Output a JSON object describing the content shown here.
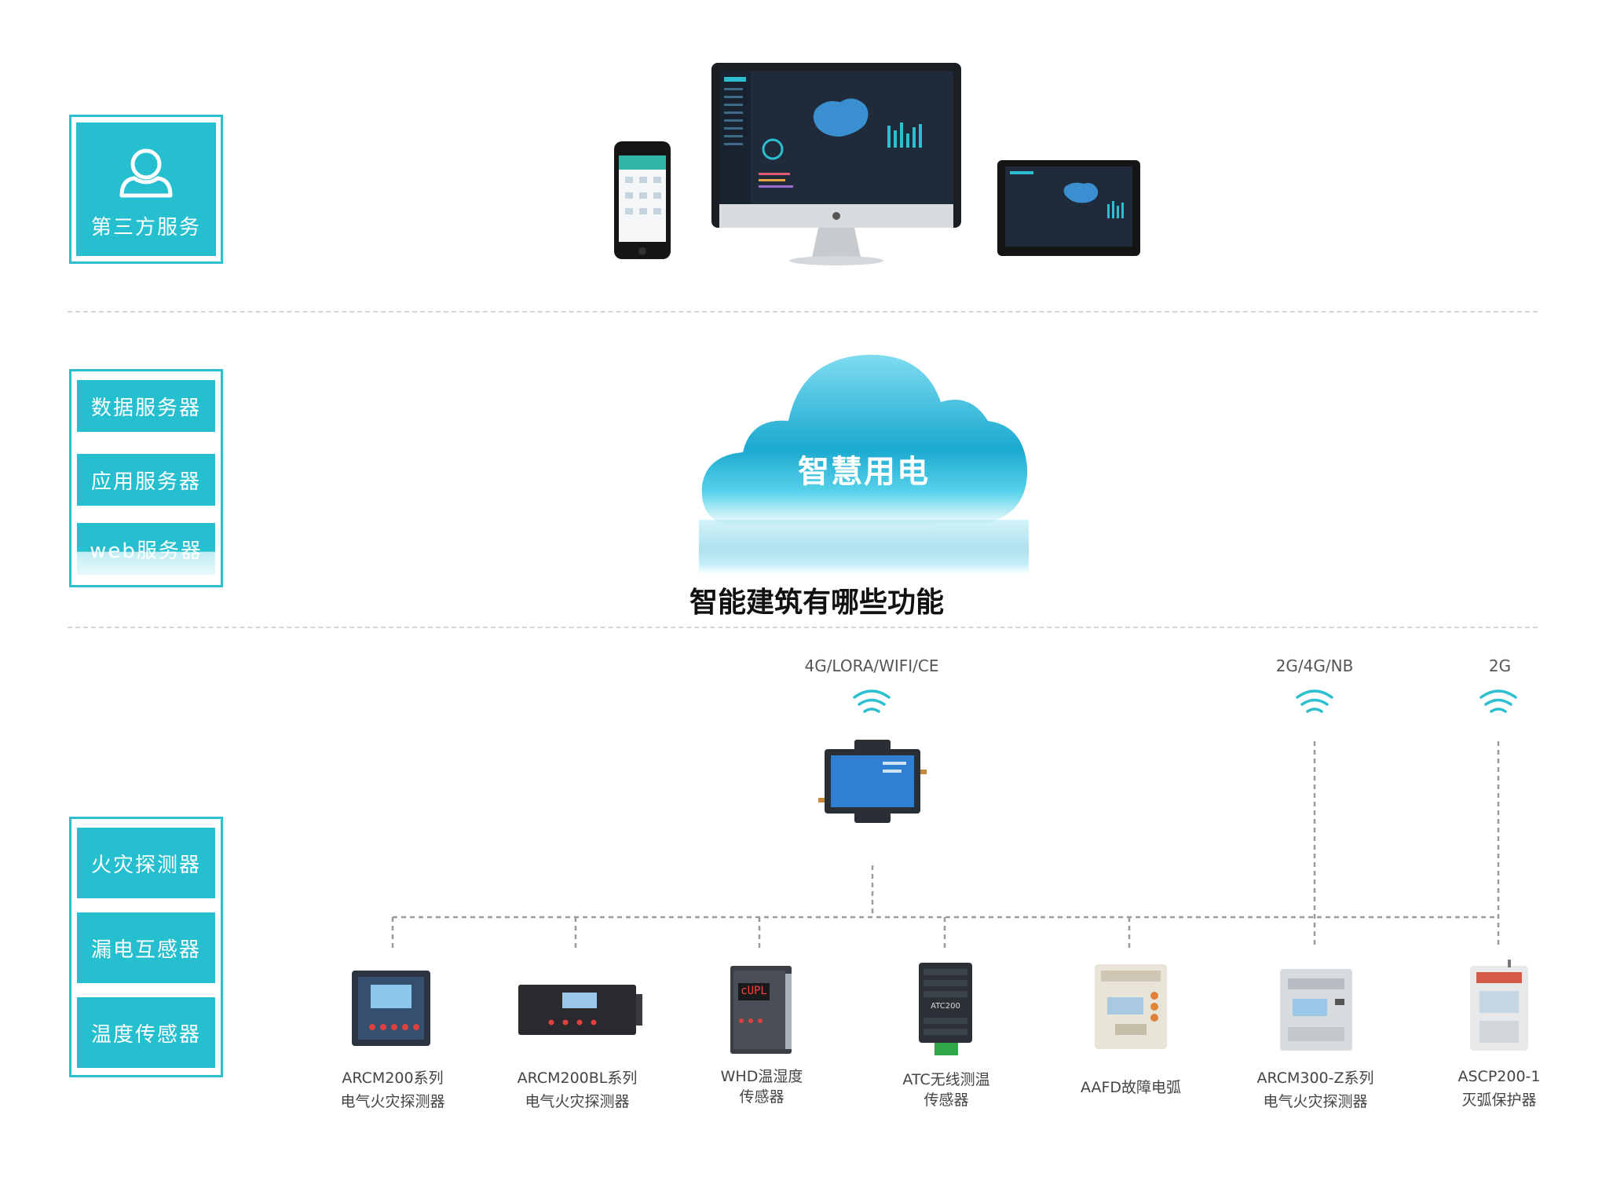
{
  "layers": {
    "top": {
      "service_label": "第三方服务"
    },
    "middle": {
      "servers": [
        "数据服务器",
        "应用服务器",
        "web服务器"
      ]
    },
    "bottom": {
      "devices": [
        "火灾探测器",
        "漏电互感器",
        "温度传感器"
      ]
    }
  },
  "cloud": {
    "label": "智慧用电"
  },
  "heading": "智能建筑有哪些功能",
  "networks": {
    "gateway": "4G/LORA/WIFI/CE",
    "arcm300": "2G/4G/NB",
    "ascp": "2G"
  },
  "products": [
    {
      "line1": "ARCM200系列",
      "line2": "电气火灾探测器"
    },
    {
      "line1": "ARCM200BL系列",
      "line2": "电气火灾探测器"
    },
    {
      "line1": "WHD温湿度",
      "line2": "传感器"
    },
    {
      "line1": "ATC无线测温",
      "line2": "传感器"
    },
    {
      "line1": "AAFD故障电弧",
      "line2": ""
    },
    {
      "line1": "ARCM300-Z系列",
      "line2": "电气火灾探测器"
    },
    {
      "line1": "ASCP200-1",
      "line2": "灭弧保护器"
    }
  ],
  "device_screens": {
    "whd": "cUPL",
    "atc": "ATC200"
  },
  "colors": {
    "accent": "#26bfd0",
    "cloud": "#1aa9cf",
    "dark": "#2a2f36"
  }
}
